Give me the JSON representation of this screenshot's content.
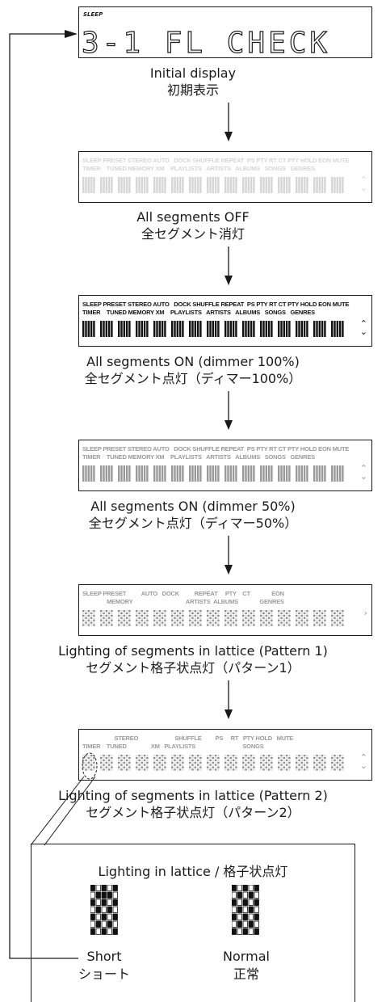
{
  "panels": [
    {
      "caption_en": "Initial display",
      "caption_ja": "初期表示"
    },
    {
      "caption_en": "All segments OFF",
      "caption_ja": "全セグメント消灯"
    },
    {
      "caption_en": "All segments ON (dimmer 100%)",
      "caption_ja": "全セグメント点灯（ディマー100%）"
    },
    {
      "caption_en": "All segments ON (dimmer 50%)",
      "caption_ja": "全セグメント点灯（ディマー50%）"
    },
    {
      "caption_en": "Lighting of segments in lattice (Pattern 1)",
      "caption_ja": "セグメント格子状点灯（パターン1）"
    },
    {
      "caption_en": "Lighting of segments in lattice (Pattern 2)",
      "caption_ja": "セグメント格子状点灯（パターン2）"
    }
  ],
  "initial_display": {
    "indicator": "SLEEP",
    "text": "3-1 FL CHECK"
  },
  "indicators_row1": "SLEEP PRESET STEREO AUTO   DOCK SHUFFLE REPEAT  PS PTY RT CT PTY HOLD EON MUTE",
  "indicators_row2": "TIMER    TUNED MEMORY XM    PLAYLISTS   ARTISTS   ALBUMS   SONGS   GENRES",
  "pattern1_row1": "SLEEP PRESET          AUTO   DOCK          REPEAT     PTY    CT              EON",
  "pattern1_row2": "                MEMORY                                   ARTISTS  ALBUMS              GENRES",
  "pattern2_row1": "                     STEREO                        SHUFFLE         PS     RT   PTY HOLD   MUTE",
  "pattern2_row2": "TIMER    TUNED                XM   PLAYLISTS                               SONGS",
  "legend": {
    "title": "Lighting in lattice / 格子状点灯",
    "short_en": "Short",
    "short_ja": "ショート",
    "normal_en": "Normal",
    "normal_ja": "正常"
  }
}
